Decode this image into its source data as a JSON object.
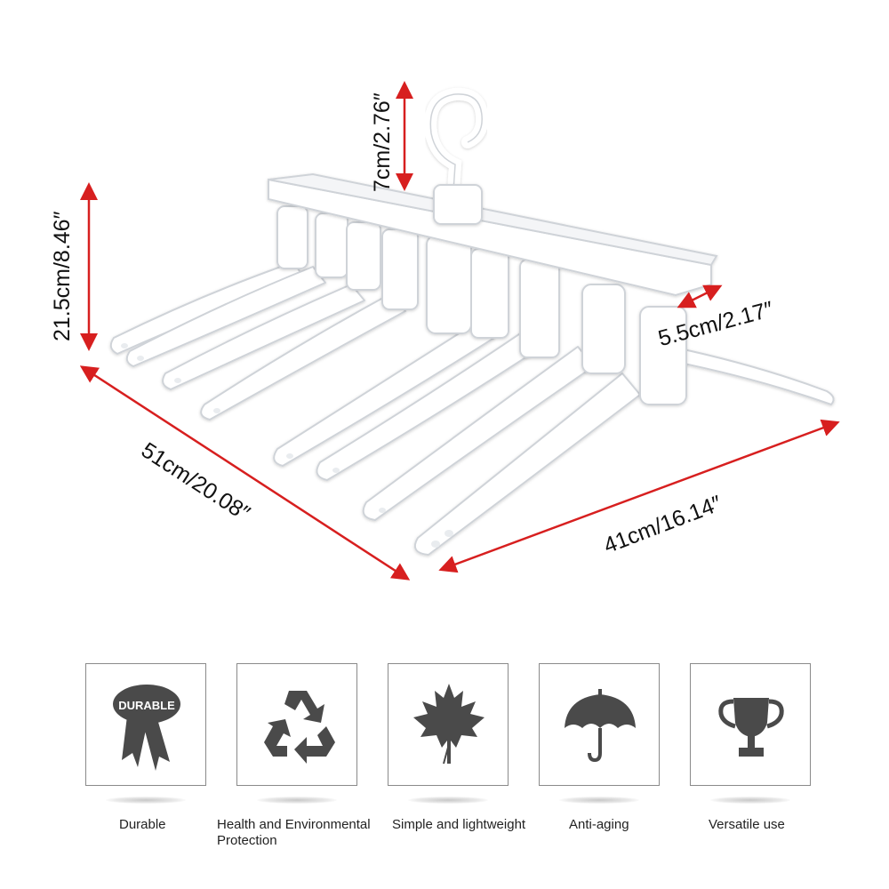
{
  "dimensions": {
    "hook_height": "7cm/2.76″",
    "height": "21.5cm/8.46″",
    "depth": "5.5cm/2.17″",
    "width": "51cm/20.08″",
    "length": "41cm/16.14″"
  },
  "colors": {
    "arrow": "#d71f1f",
    "icon": "#4a4a4a",
    "box_border": "#8a8a8a",
    "hanger": "#ffffff"
  },
  "features": [
    {
      "icon": "durable-ribbon-icon",
      "badge_text": "DURABLE",
      "label": "Durable"
    },
    {
      "icon": "recycle-icon",
      "label": "Health and Environmental Protection"
    },
    {
      "icon": "maple-leaf-icon",
      "label": "Simple and lightweight"
    },
    {
      "icon": "umbrella-icon",
      "label": "Anti-aging"
    },
    {
      "icon": "trophy-icon",
      "label": "Versatile use"
    }
  ]
}
